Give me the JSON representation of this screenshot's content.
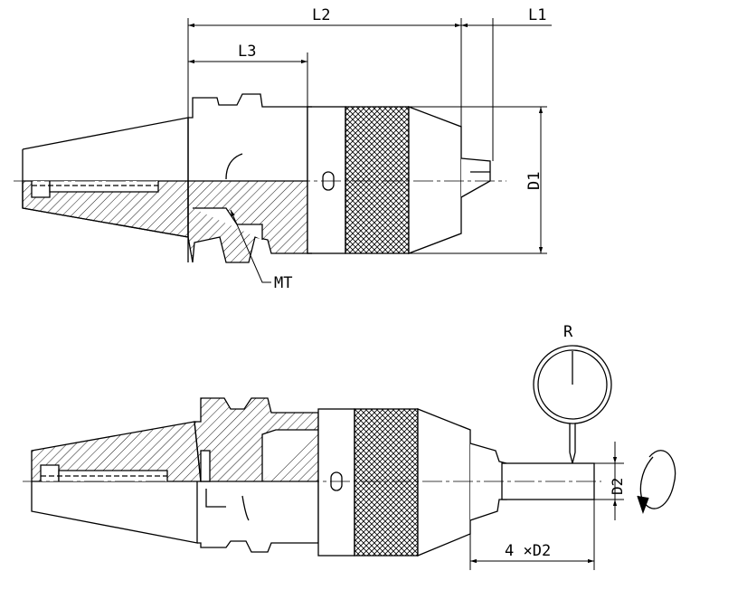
{
  "labels": {
    "l1": "L1",
    "l2": "L2",
    "l3": "L3",
    "d1": "D1",
    "mt": "MT",
    "r": "R",
    "d2": "D2",
    "four_times_d2": "4 ×D2"
  },
  "colors": {
    "line": "#000000",
    "background": "#ffffff"
  }
}
